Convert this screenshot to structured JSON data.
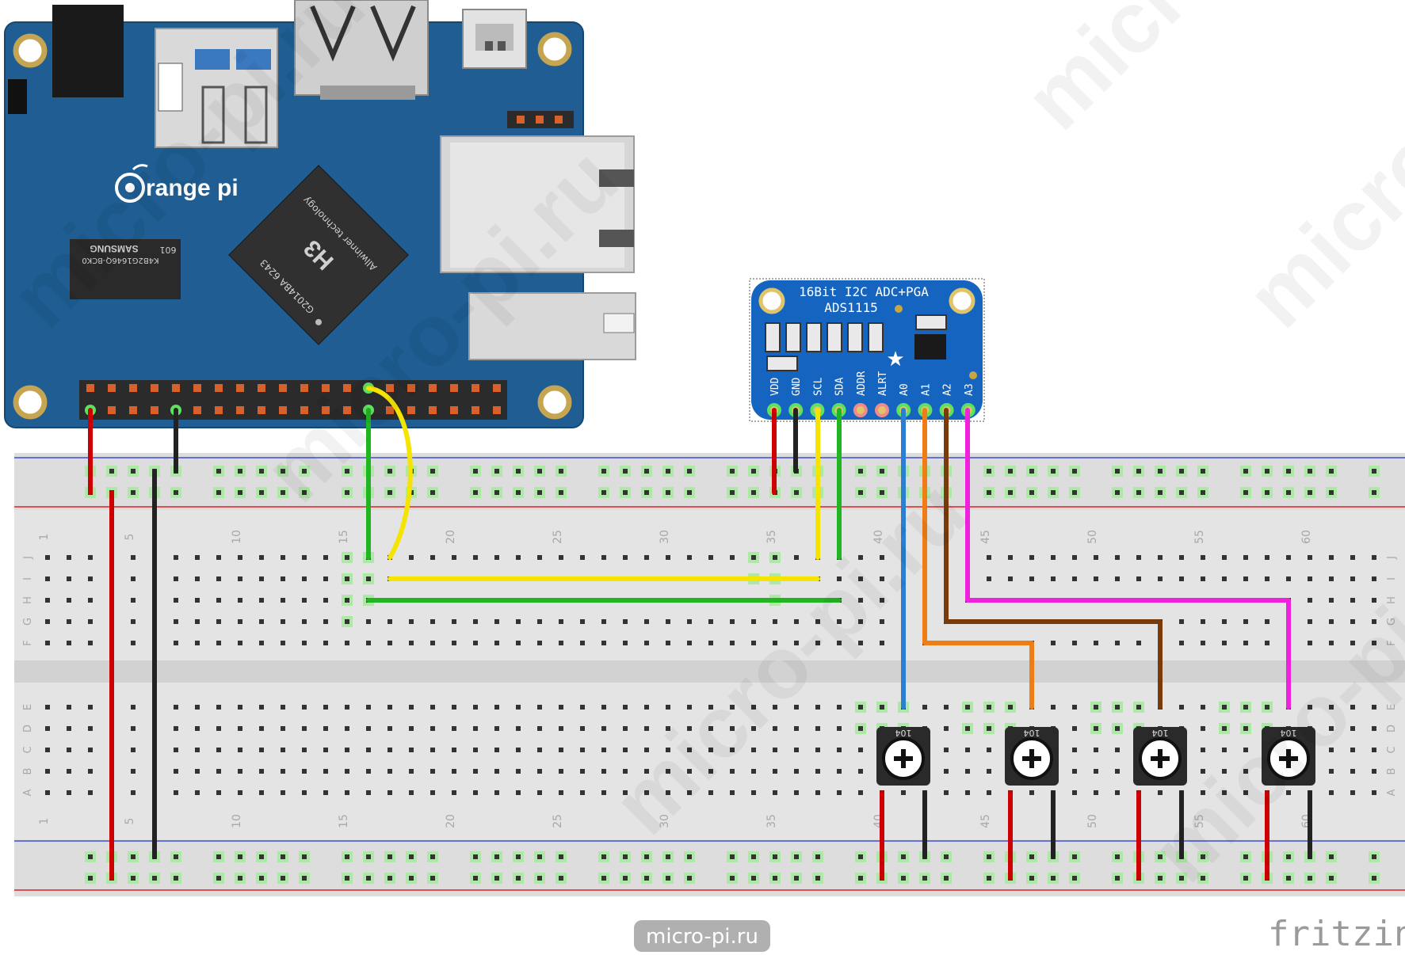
{
  "orange_pi": {
    "logo_text": "range pi",
    "soc_label": "H3",
    "soc_vendor": "Allwinner technology",
    "soc_code": "G2014BA 6243",
    "ram_brand": "SAMSUNG",
    "ram_code": "K4B2G1646Q-BCK0",
    "ram_date": "601"
  },
  "adc": {
    "title": "16Bit I2C ADC+PGA",
    "model": "ADS1115",
    "pins": [
      "VDD",
      "GND",
      "SCL",
      "SDA",
      "ADDR",
      "ALRT",
      "A0",
      "A1",
      "A2",
      "A3"
    ]
  },
  "breadboard": {
    "column_numbers": [
      "1",
      "5",
      "10",
      "15",
      "20",
      "25",
      "30",
      "35",
      "40",
      "45",
      "50",
      "55",
      "60"
    ],
    "top_rows": [
      "J",
      "I",
      "H",
      "G",
      "F"
    ],
    "bottom_rows": [
      "E",
      "D",
      "C",
      "B",
      "A"
    ]
  },
  "potentiometers": {
    "code": "104",
    "count": 4
  },
  "watermark": "micro-pi.ru",
  "footer": {
    "site_badge": "micro-pi.ru",
    "app_brand": "fritzing"
  },
  "colors": {
    "board_blue": "#1f5d92",
    "adc_blue": "#1565c0",
    "wire_red": "#cc0000",
    "wire_black": "#222222",
    "wire_yellow": "#f5e400",
    "wire_green": "#22b522",
    "wire_blue": "#2a7fd4",
    "wire_orange": "#ee7d15",
    "wire_brown": "#7a3b0a",
    "wire_magenta": "#ee22dd"
  }
}
